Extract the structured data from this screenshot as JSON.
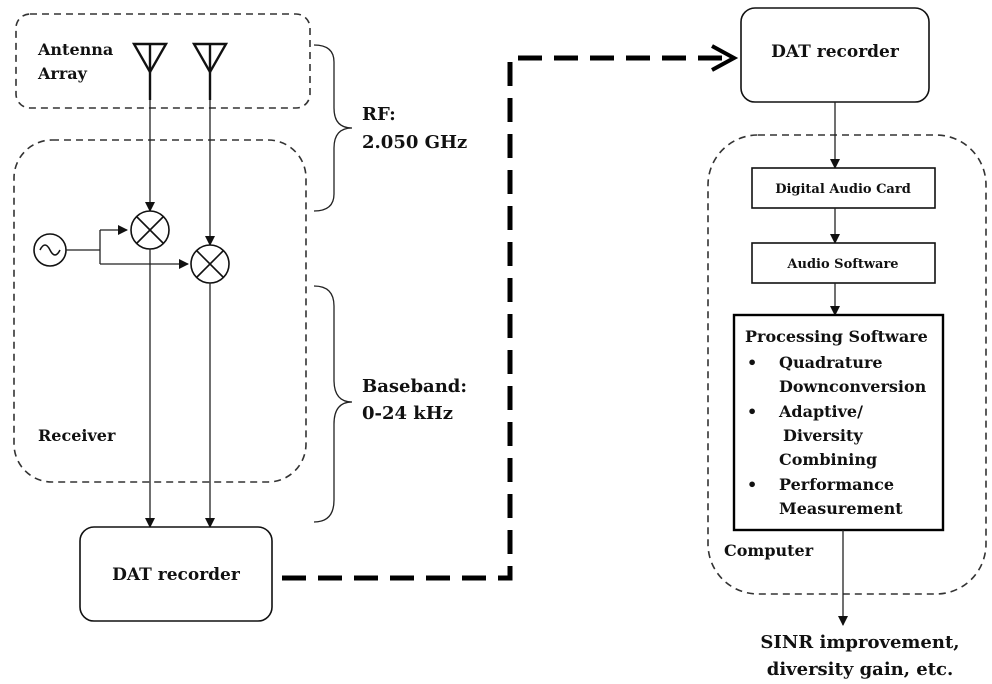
{
  "antenna_array": {
    "line1": "Antenna",
    "line2": "Array"
  },
  "rf": {
    "line1": "RF:",
    "line2": "2.050 GHz"
  },
  "baseband": {
    "line1": "Baseband:",
    "line2": "0-24 kHz"
  },
  "receiver_label": "Receiver",
  "dat_recorder_left": "DAT recorder",
  "dat_recorder_right": "DAT recorder",
  "digital_audio_card": "Digital Audio Card",
  "audio_software": "Audio Software",
  "processing": {
    "title": "Processing Software",
    "bullet": "•",
    "item1_line1": "Quadrature",
    "item1_line2": "Downconversion",
    "item2_line1": "Adaptive/",
    "item2_line2": "Diversity",
    "item2_line3": "Combining",
    "item3_line1": "Performance",
    "item3_line2": "Measurement"
  },
  "computer_label": "Computer",
  "output": {
    "line1": "SINR improvement,",
    "line2": "diversity gain, etc."
  }
}
